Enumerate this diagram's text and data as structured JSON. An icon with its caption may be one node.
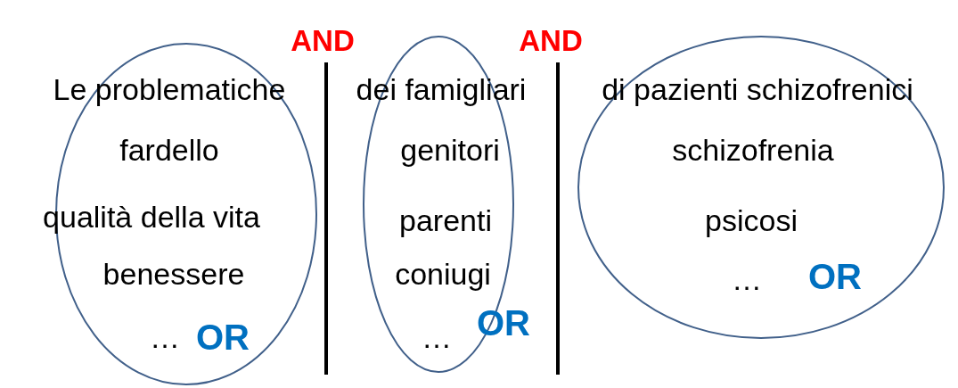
{
  "diagram": {
    "nodes": [
      {
        "text": [
          "Le problematiche",
          "fardello",
          "qualità della vita",
          "benessere",
          "…",
          "OR"
        ]
      },
      {
        "text": [
          "dei famigliari",
          "genitori",
          "parenti",
          "coniugi",
          "…",
          "OR"
        ]
      },
      {
        "text": [
          "di pazienti schizofrenici",
          "schizofrenia",
          "psicosi",
          "…",
          "OR"
        ]
      }
    ],
    "labels": [
      "AND",
      "AND"
    ]
  }
}
